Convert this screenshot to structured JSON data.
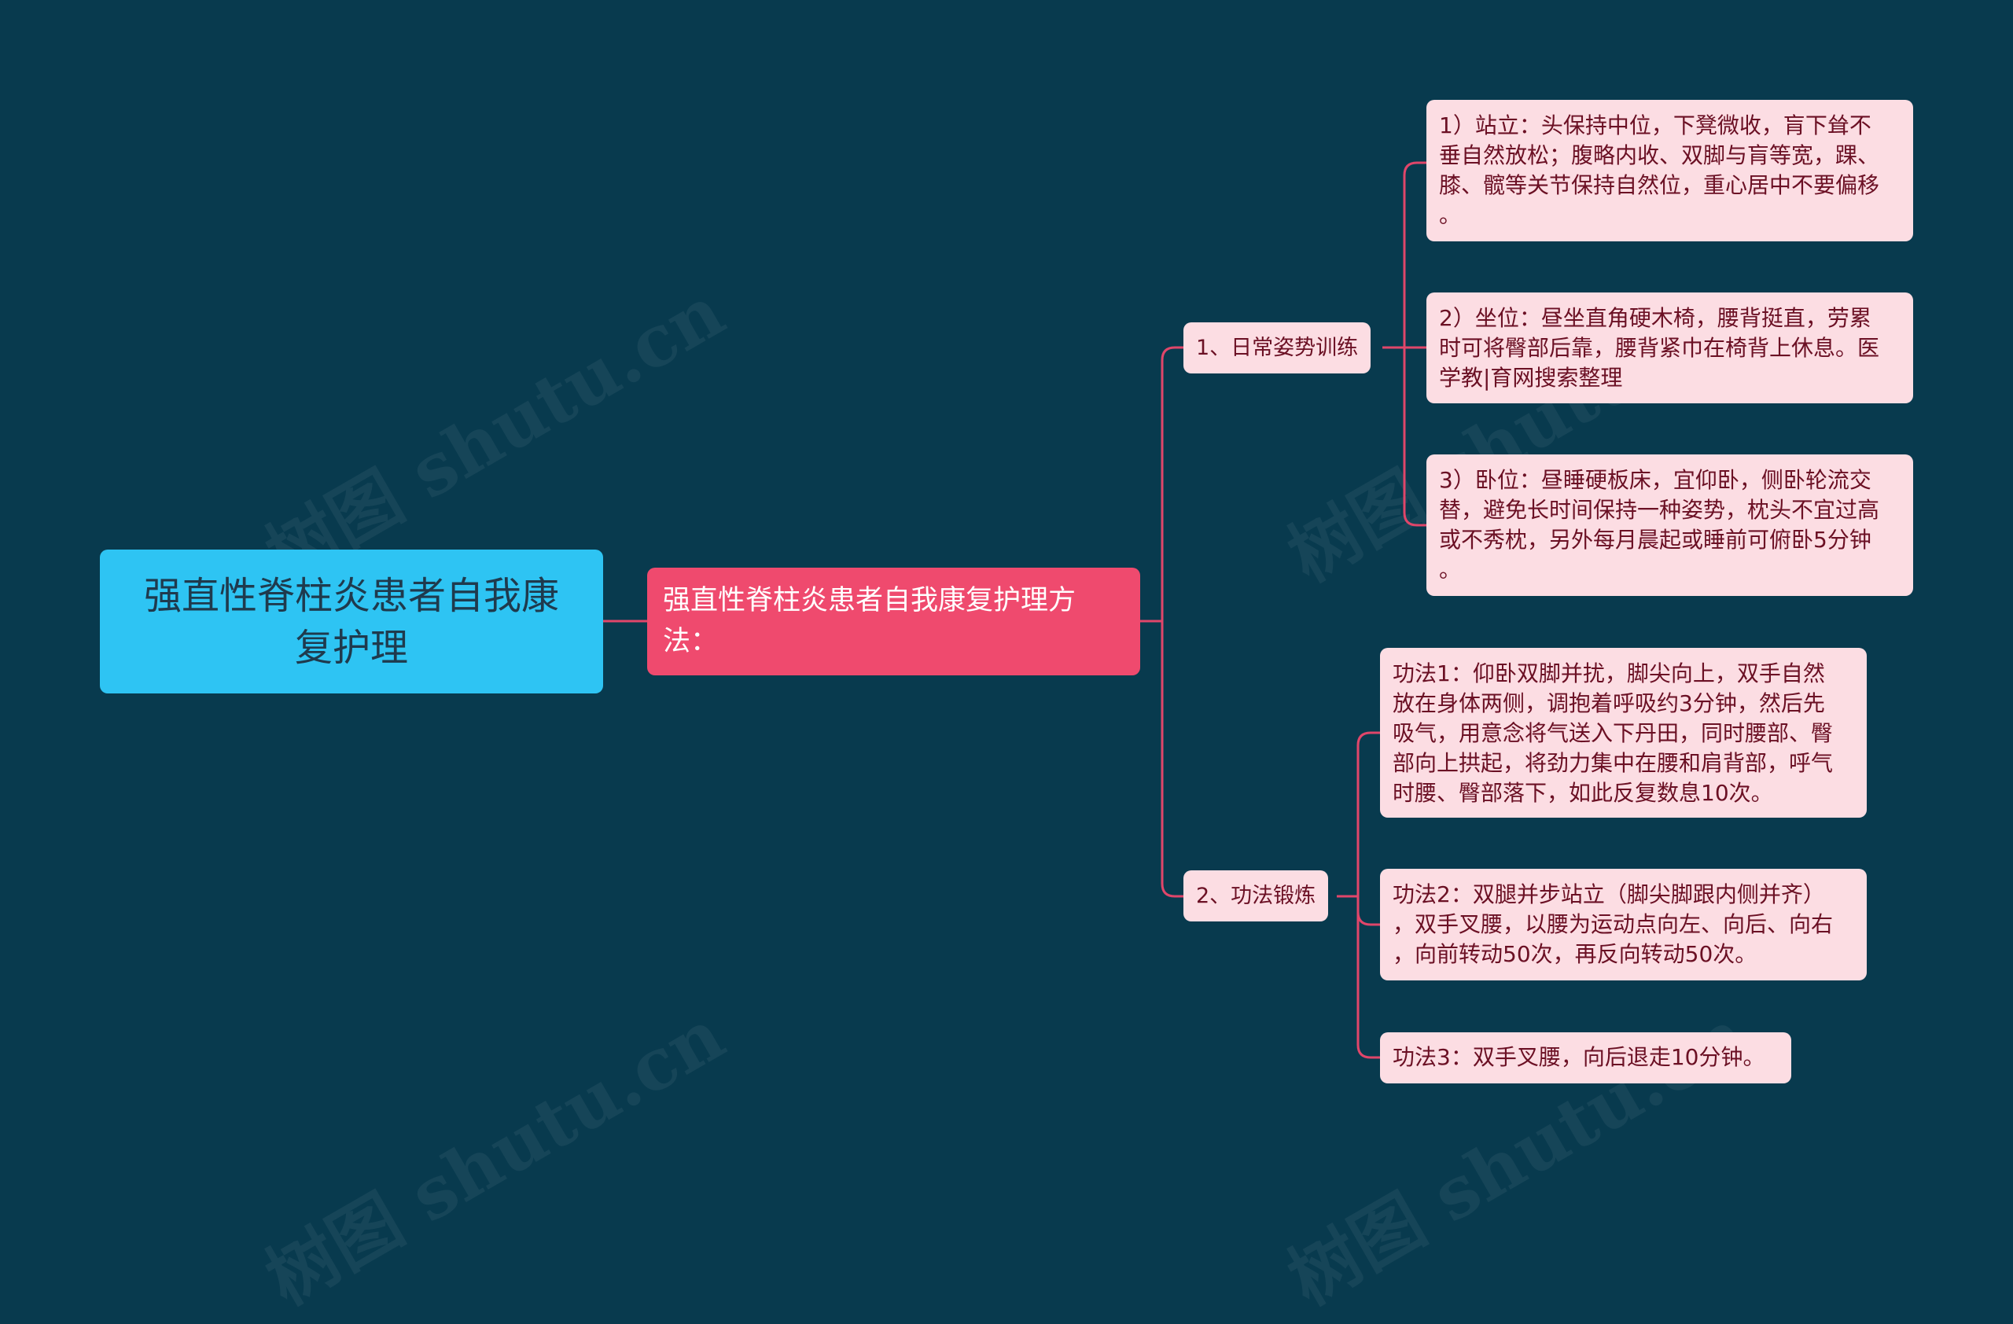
{
  "root": {
    "lines": [
      "强直性脊柱炎患者自我康",
      "复护理"
    ]
  },
  "main": {
    "lines": [
      "强直性脊柱炎患者自我康复护理方",
      "法："
    ]
  },
  "branches": [
    {
      "label": "1、日常姿势训练",
      "leaves": [
        {
          "lines": [
            "1）站立：头保持中位，下凳微收，肓下耸不",
            "垂自然放松；腹略内收、双脚与肓等宽，踝、",
            "膝、髋等关节保持自然位，重心居中不要偏移",
            "。"
          ]
        },
        {
          "lines": [
            "2）坐位：昼坐直角硬木椅，腰背挺直，劳累",
            "时可将臀部后靠，腰背紧巾在椅背上休息。医",
            "学教|育网搜索整理"
          ]
        },
        {
          "lines": [
            "3）卧位：昼睡硬板床，宜仰卧，侧卧轮流交",
            "替，避免长时间保持一种姿势，枕头不宜过高",
            "或不秀枕，另外每月晨起或睡前可俯卧5分钟",
            "。"
          ]
        }
      ]
    },
    {
      "label": "2、功法锻炼",
      "leaves": [
        {
          "lines": [
            "功法1：仰卧双脚并扰，脚尖向上，双手自然",
            "放在身体两侧，调抱着呼吸约3分钟，然后先",
            "吸气，用意念将气送入下丹田，同时腰部、臀",
            "部向上拱起，将劲力集中在腰和肩背部，呼气",
            "时腰、臀部落下，如此反复数息10次。"
          ]
        },
        {
          "lines": [
            "功法2：双腿并步站立（脚尖脚跟内侧并齐）",
            "，双手叉腰，以腰为运动点向左、向后、向右",
            "，向前转动50次，再反向转动50次。"
          ]
        },
        {
          "lines": [
            "功法3：双手叉腰，向后退走10分钟。"
          ]
        }
      ]
    }
  ],
  "watermark": "树图 shutu.cn",
  "colors": {
    "background": "#083a4e",
    "root": "#2ec4f3",
    "main": "#ef4a6e",
    "leaf": "#fcdde3",
    "line": "#e0466a"
  }
}
